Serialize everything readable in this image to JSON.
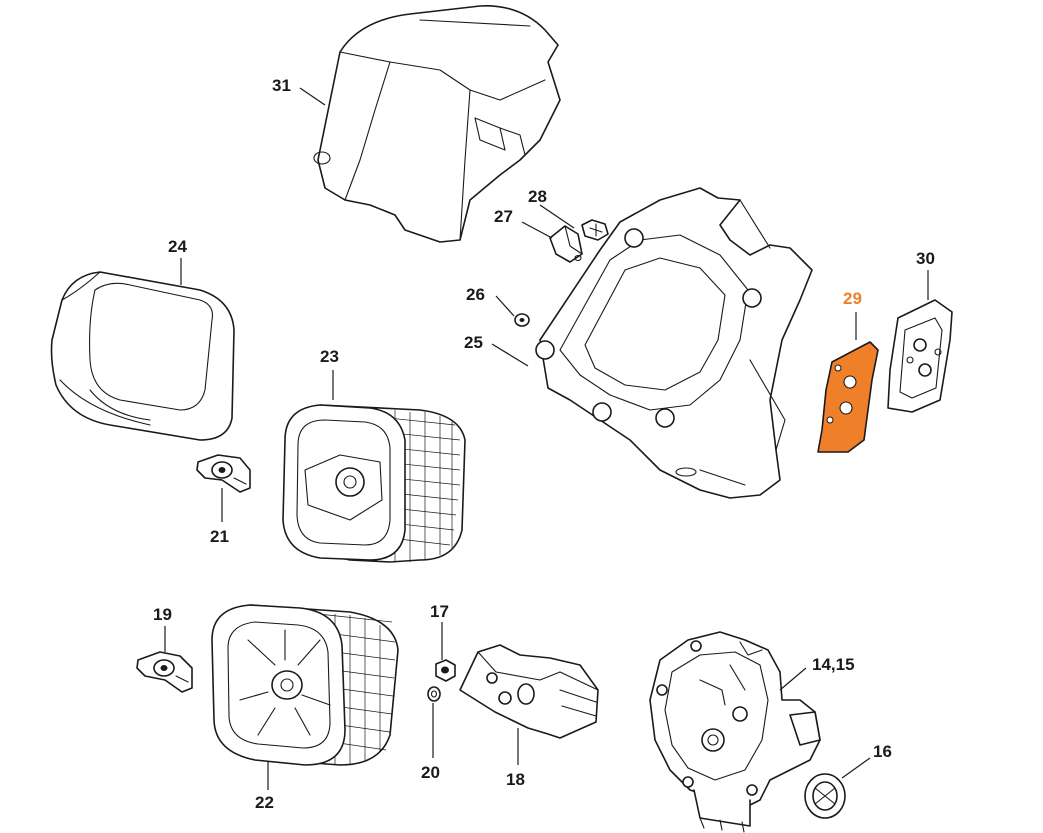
{
  "diagram": {
    "highlight_color": "#f07f2a",
    "labels": {
      "p31": "31",
      "p28": "28",
      "p27": "27",
      "p24": "24",
      "p26": "26",
      "p25": "25",
      "p29": "29",
      "p30": "30",
      "p23": "23",
      "p21": "21",
      "p19": "19",
      "p17": "17",
      "p14_15": "14,15",
      "p22": "22",
      "p20": "20",
      "p18": "18",
      "p16": "16"
    }
  }
}
